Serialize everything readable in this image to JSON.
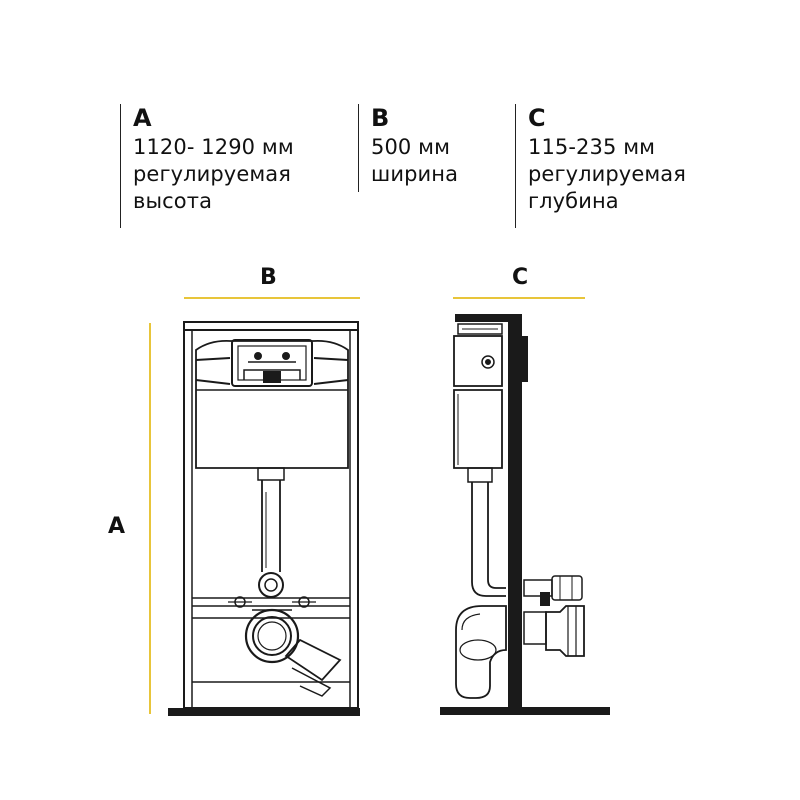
{
  "specs": [
    {
      "letter": "A",
      "lines": [
        "1120- 1290 мм",
        "регулируемая",
        "высота"
      ]
    },
    {
      "letter": "B",
      "lines": [
        "500 мм",
        "ширина"
      ]
    },
    {
      "letter": "C",
      "lines": [
        "115-235 мм",
        "регулируемая",
        "глубина"
      ]
    }
  ],
  "dimension_labels": {
    "a": "A",
    "b": "B",
    "c": "C"
  },
  "colors": {
    "accent": "#E8C53A",
    "line": "#1a1a1a",
    "wall": "#1a1a1a"
  }
}
